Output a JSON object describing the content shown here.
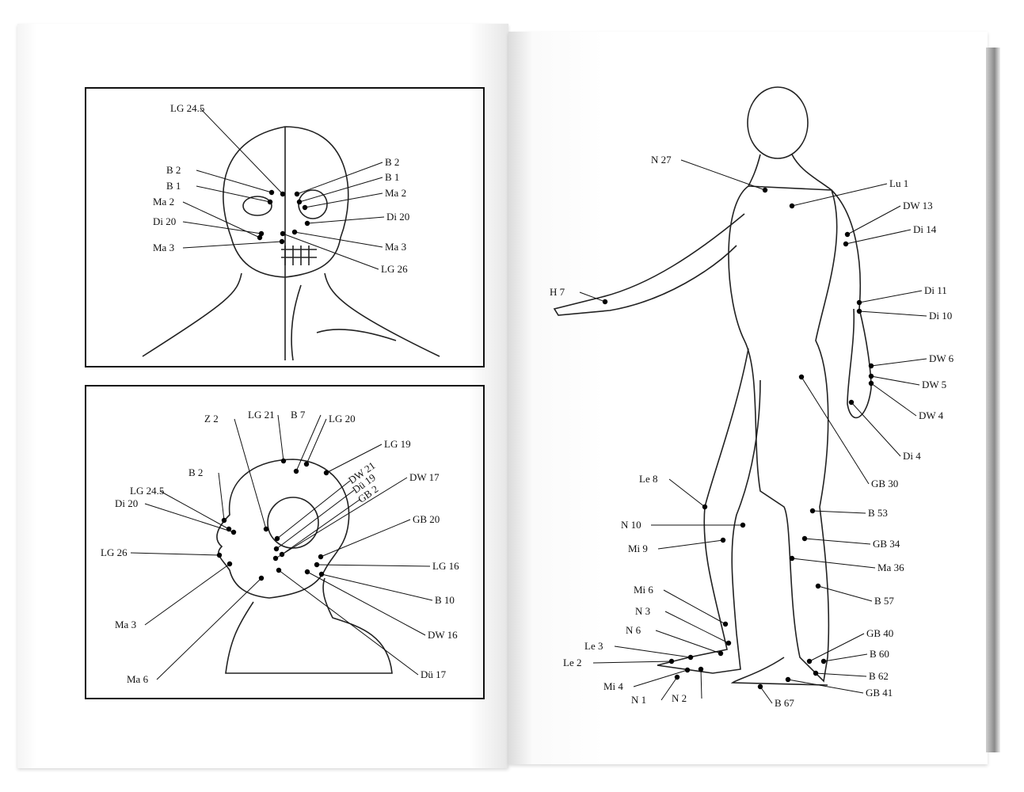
{
  "top_panel": {
    "labels": [
      "LG 24.5",
      "B 2",
      "B 1",
      "Ma 2",
      "Di 20",
      "Ma 3",
      "B 2",
      "B 1",
      "Ma 2",
      "Di 20",
      "Ma 3",
      "LG 26"
    ]
  },
  "bottom_panel": {
    "labels": [
      "Z 2",
      "LG 21",
      "B 7",
      "LG 20",
      "LG 19",
      "B 2",
      "LG 24.5",
      "Di 20",
      "DW 21",
      "Dü 19",
      "GB 2",
      "DW 17",
      "GB 20",
      "LG 26",
      "LG 16",
      "Ma 3",
      "B 10",
      "DW 16",
      "Ma 6",
      "Dü 17"
    ]
  },
  "right_figure": {
    "labels": [
      "N 27",
      "Lu 1",
      "DW 13",
      "Di 14",
      "H 7",
      "Di 11",
      "Di 10",
      "DW 6",
      "DW 5",
      "DW 4",
      "Di 4",
      "GB 30",
      "Le 8",
      "N 10",
      "Mi 9",
      "B 53",
      "GB 34",
      "Ma 36",
      "B 57",
      "Mi 6",
      "N 3",
      "N 6",
      "Le 3",
      "Le 2",
      "Mi 4",
      "N 1",
      "N 2",
      "GB 40",
      "B 60",
      "B 62",
      "GB 41",
      "B 67"
    ]
  }
}
